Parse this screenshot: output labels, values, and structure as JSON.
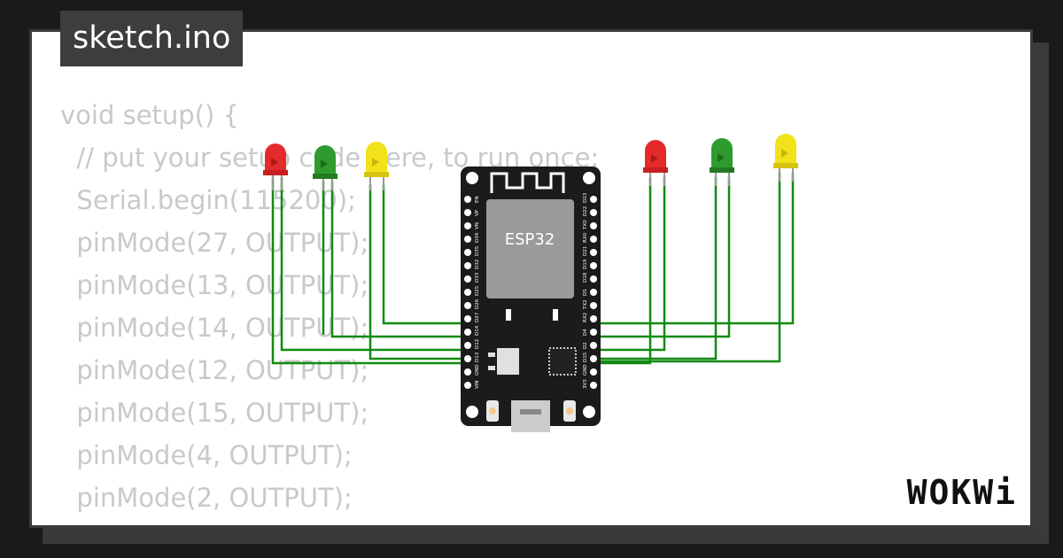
{
  "tab": {
    "filename": "sketch.ino"
  },
  "code_lines": [
    "void setup() {",
    "  // put your setup code here, to run once:",
    "  Serial.begin(115200);",
    "  pinMode(27, OUTPUT);",
    "  pinMode(13, OUTPUT);",
    "  pinMode(14, OUTPUT);",
    "  pinMode(12, OUTPUT);",
    "  pinMode(15, OUTPUT);",
    "  pinMode(4, OUTPUT);",
    "  pinMode(2, OUTPUT);",
    "}"
  ],
  "board": {
    "chip_label": "ESP32",
    "left_pins": [
      "EN",
      "VP",
      "VN",
      "D34",
      "D35",
      "D32",
      "D33",
      "D25",
      "D26",
      "D27",
      "D14",
      "D12",
      "D13",
      "GND",
      "VIN"
    ],
    "right_pins": [
      "D23",
      "D22",
      "TX0",
      "RX0",
      "D21",
      "D19",
      "D18",
      "D5",
      "TX2",
      "RX2",
      "D4",
      "D2",
      "D15",
      "GND",
      "3V3"
    ]
  },
  "leds": [
    {
      "color": "red",
      "hex": "#e32b2b"
    },
    {
      "color": "green",
      "hex": "#2f9b2f"
    },
    {
      "color": "yellow",
      "hex": "#f2e21a"
    },
    {
      "color": "red",
      "hex": "#e32b2b"
    },
    {
      "color": "green",
      "hex": "#2f9b2f"
    },
    {
      "color": "yellow",
      "hex": "#f2e21a"
    }
  ],
  "colors": {
    "wire": "#118a11",
    "board": "#1b1b1b"
  },
  "brand": {
    "logo_text": "WOKWi"
  }
}
